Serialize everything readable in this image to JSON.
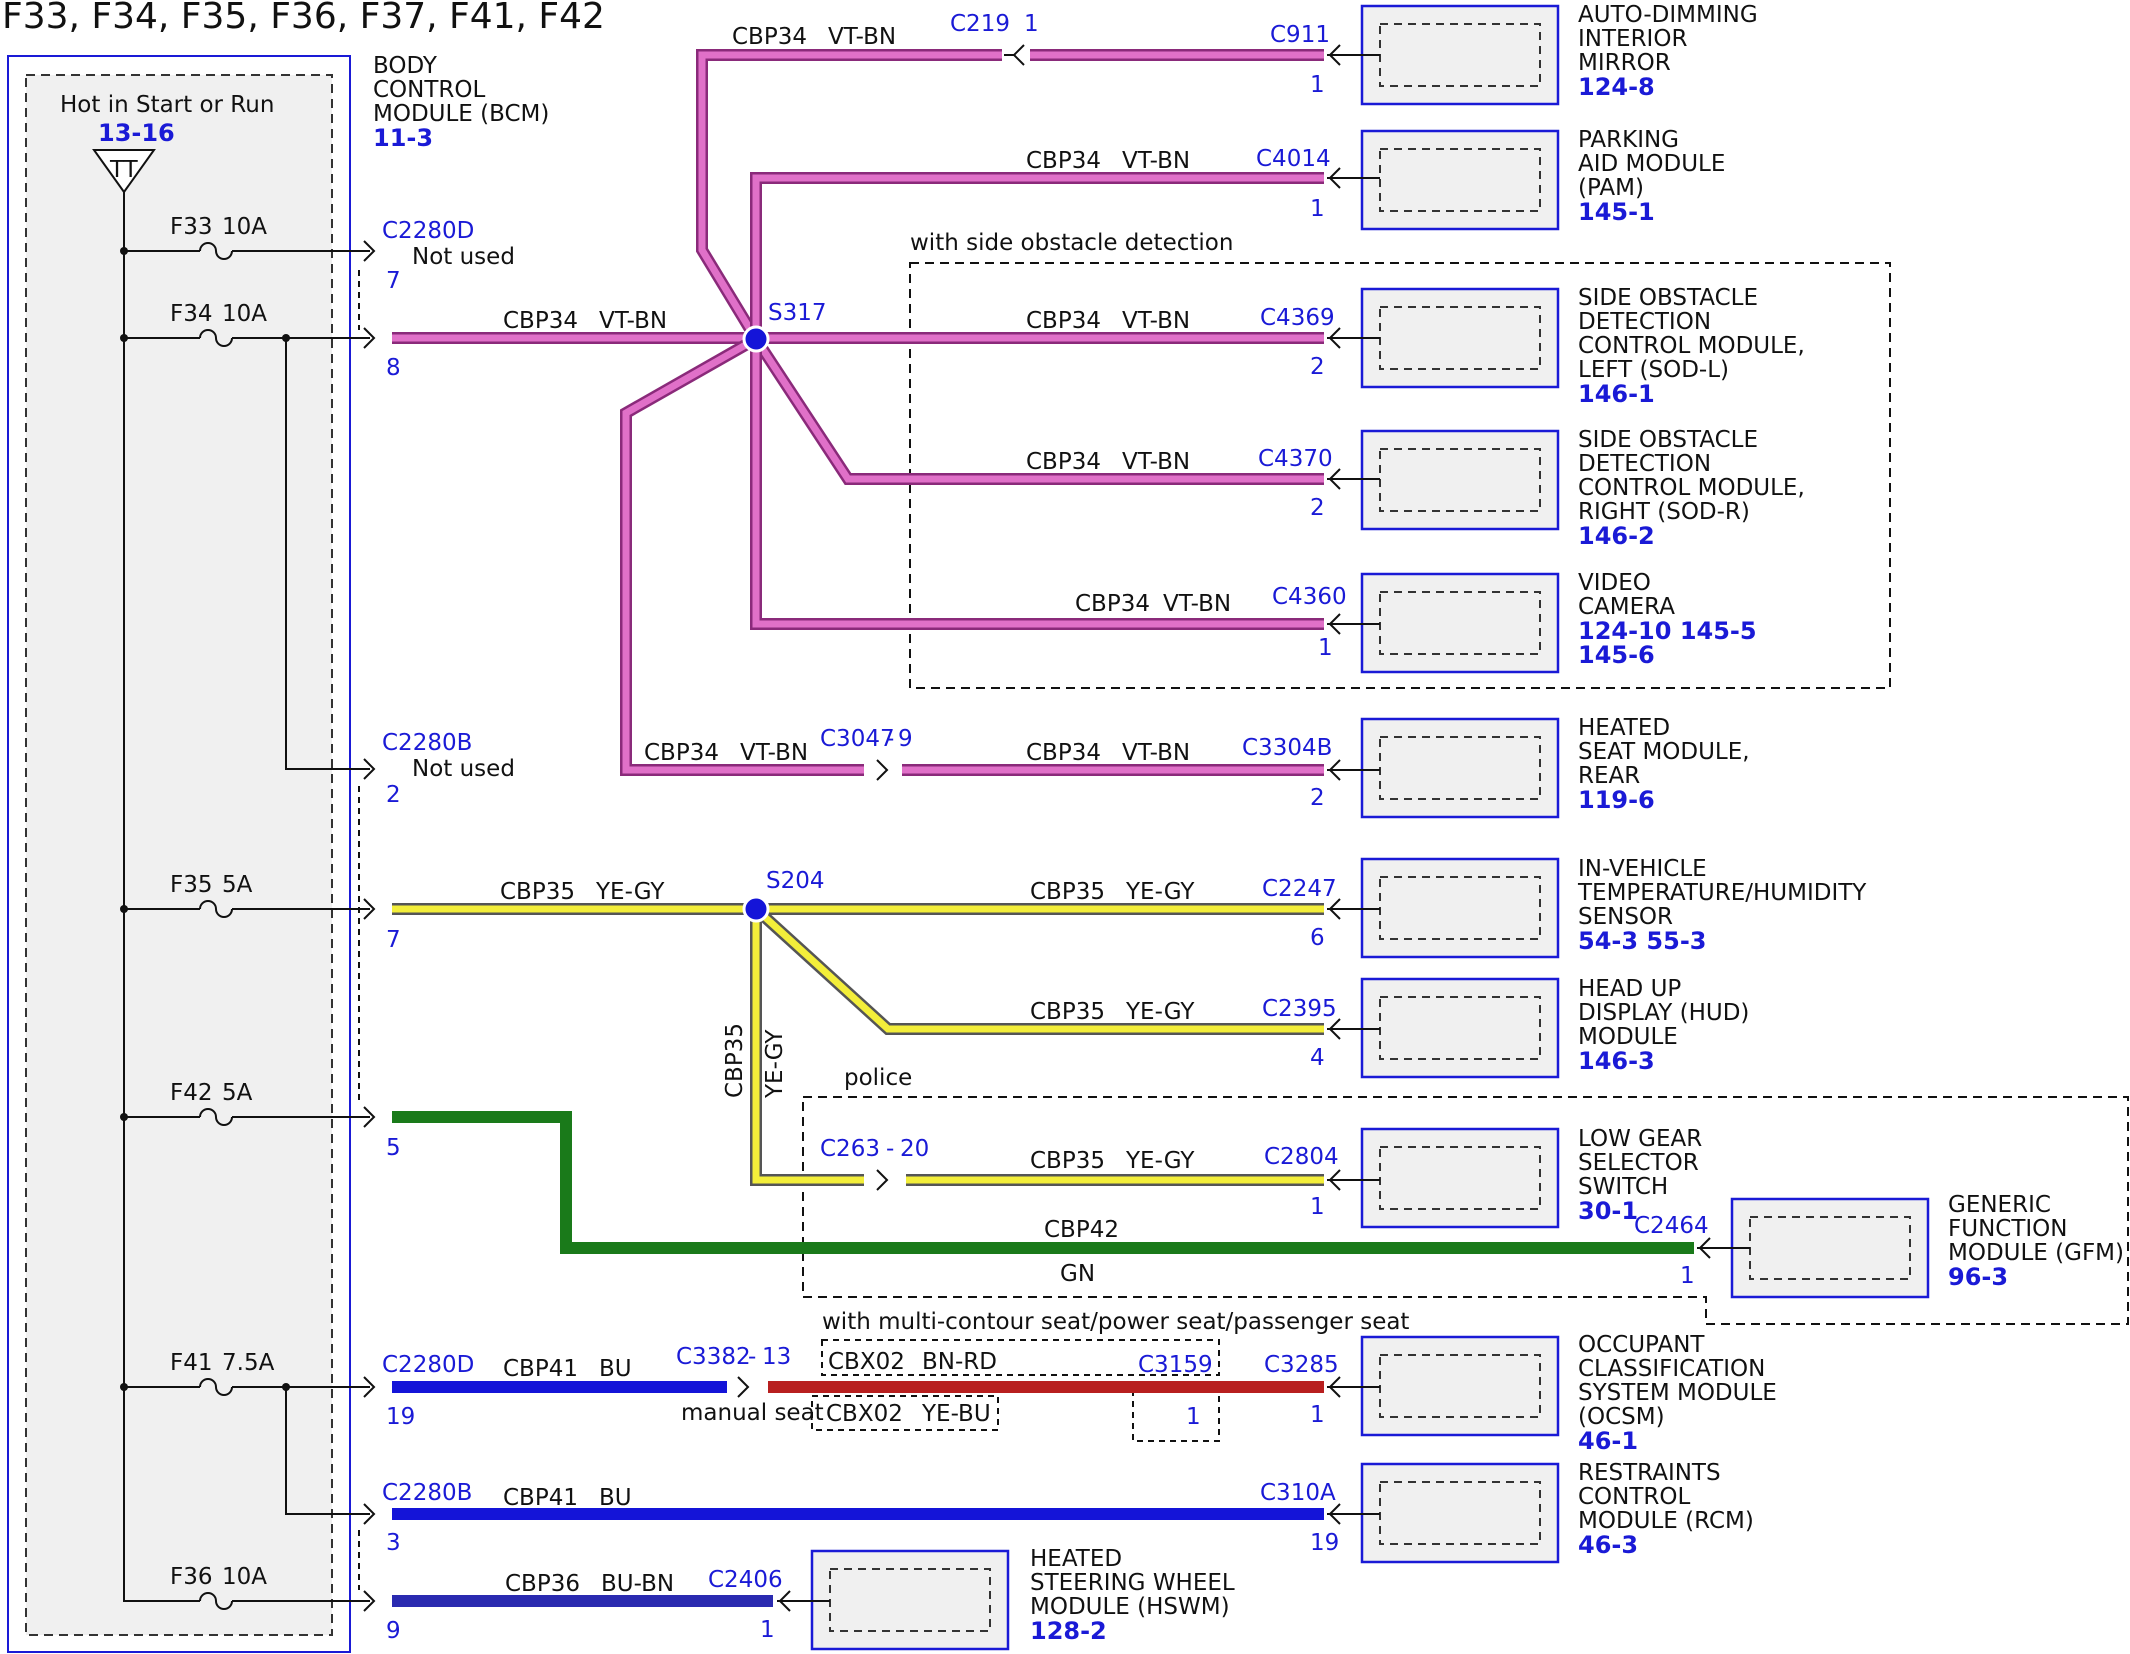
{
  "title": "F33, F34, F35, F36, F37, F41, F42",
  "colors": {
    "vt_bn": "#e070c8",
    "ye_gy": "#f3ee3a",
    "gn": "#1a7a1a",
    "bu": "#1414d8",
    "bn_rd": "#b81f1f",
    "bu_bn": "#2a2ab0",
    "module_fill": "#f0f0f0",
    "module_border": "#1a1ad6",
    "text_blue": "#1a1ad6"
  },
  "bcm": {
    "name_lines": [
      "BODY",
      "CONTROL",
      "MODULE (BCM)"
    ],
    "page": "11-3",
    "hot_label": "Hot in Start or Run",
    "hot_ref": "13-16",
    "tt_symbol": "TT"
  },
  "fuses": [
    {
      "id": "F33",
      "rating": "10A"
    },
    {
      "id": "F34",
      "rating": "10A"
    },
    {
      "id": "F35",
      "rating": "5A"
    },
    {
      "id": "F42",
      "rating": "5A"
    },
    {
      "id": "F41",
      "rating": "7.5A"
    },
    {
      "id": "F36",
      "rating": "10A"
    }
  ],
  "bcm_connectors": [
    {
      "connector": "C2280D",
      "pin": "7",
      "note": "Not used"
    },
    {
      "connector": "",
      "pin": "8",
      "note": ""
    },
    {
      "connector": "C2280B",
      "pin": "2",
      "note": "Not used"
    },
    {
      "connector": "",
      "pin": "7",
      "note": ""
    },
    {
      "connector": "",
      "pin": "5",
      "note": ""
    },
    {
      "connector": "C2280D",
      "pin": "19",
      "note": ""
    },
    {
      "connector": "C2280B",
      "pin": "3",
      "note": ""
    },
    {
      "connector": "",
      "pin": "9",
      "note": ""
    }
  ],
  "splices": [
    {
      "id": "S317"
    },
    {
      "id": "S204"
    }
  ],
  "wires": [
    {
      "circuit": "CBP34",
      "color": "VT-BN",
      "connector": "C219",
      "pin": "1"
    },
    {
      "circuit": "CBP34",
      "color": "VT-BN"
    },
    {
      "circuit": "CBP34",
      "color": "VT-BN"
    },
    {
      "circuit": "CBP34",
      "color": "VT-BN"
    },
    {
      "circuit": "CBP34",
      "color": "VT-BN"
    },
    {
      "circuit": "CBP34",
      "color": "VT-BN"
    },
    {
      "circuit": "CBP34",
      "color": "VT-BN",
      "connector": "C3047",
      "pin": "9"
    },
    {
      "circuit": "CBP34",
      "color": "VT-BN"
    },
    {
      "circuit": "CBP35",
      "color": "YE-GY"
    },
    {
      "circuit": "CBP35",
      "color": "YE-GY"
    },
    {
      "circuit": "CBP35",
      "color": "YE-GY"
    },
    {
      "circuit": "CBP35",
      "color": "YE-GY"
    },
    {
      "circuit": "CBP35",
      "color": "YE-GY",
      "connector": "C263",
      "pin": "20"
    },
    {
      "circuit": "CBP42",
      "color": "GN"
    },
    {
      "circuit": "CBP41",
      "color": "BU",
      "connector": "C3382",
      "pin": "13"
    },
    {
      "circuit": "CBX02",
      "color": "BN-RD"
    },
    {
      "circuit": "CBX02",
      "color": "YE-BU"
    },
    {
      "circuit": "CBP41",
      "color": "BU"
    },
    {
      "circuit": "CBP36",
      "color": "BU-BN"
    }
  ],
  "modules": [
    {
      "name_lines": [
        "AUTO-DIMMING",
        "INTERIOR",
        "MIRROR"
      ],
      "pages": [
        "124-8"
      ],
      "connector": "C911",
      "pin": "1"
    },
    {
      "name_lines": [
        "PARKING",
        "AID MODULE",
        "(PAM)"
      ],
      "pages": [
        "145-1"
      ],
      "connector": "C4014",
      "pin": "1"
    },
    {
      "name_lines": [
        "SIDE OBSTACLE",
        "DETECTION",
        "CONTROL MODULE,",
        "LEFT (SOD-L)"
      ],
      "pages": [
        "146-1"
      ],
      "connector": "C4369",
      "pin": "2"
    },
    {
      "name_lines": [
        "SIDE OBSTACLE",
        "DETECTION",
        "CONTROL MODULE,",
        "RIGHT (SOD-R)"
      ],
      "pages": [
        "146-2"
      ],
      "connector": "C4370",
      "pin": "2"
    },
    {
      "name_lines": [
        "VIDEO",
        "CAMERA"
      ],
      "pages": [
        "124-10 145-5",
        "145-6"
      ],
      "connector": "C4360",
      "pin": "1"
    },
    {
      "name_lines": [
        "HEATED",
        "SEAT MODULE,",
        "REAR"
      ],
      "pages": [
        "119-6"
      ],
      "connector": "C3304B",
      "pin": "2"
    },
    {
      "name_lines": [
        "IN-VEHICLE",
        "TEMPERATURE/HUMIDITY",
        "SENSOR"
      ],
      "pages": [
        "54-3   55-3"
      ],
      "connector": "C2247",
      "pin": "6"
    },
    {
      "name_lines": [
        "HEAD UP",
        "DISPLAY (HUD)",
        "MODULE"
      ],
      "pages": [
        "146-3"
      ],
      "connector": "C2395",
      "pin": "4"
    },
    {
      "name_lines": [
        "LOW GEAR",
        "SELECTOR",
        "SWITCH"
      ],
      "pages": [
        "30-1"
      ],
      "connector": "C2804",
      "pin": "1"
    },
    {
      "name_lines": [
        "GENERIC",
        "FUNCTION",
        "MODULE (GFM)"
      ],
      "pages": [
        "96-3"
      ],
      "connector": "C2464",
      "pin": "1"
    },
    {
      "name_lines": [
        "OCCUPANT",
        "CLASSIFICATION",
        "SYSTEM MODULE",
        "(OCSM)"
      ],
      "pages": [
        "46-1"
      ],
      "connector": "C3285",
      "pin": "1"
    },
    {
      "name_lines": [
        "RESTRAINTS",
        "CONTROL",
        "MODULE (RCM)"
      ],
      "pages": [
        "46-3"
      ],
      "connector": "C310A",
      "pin": "19"
    },
    {
      "name_lines": [
        "HEATED",
        "STEERING WHEEL",
        "MODULE (HSWM)"
      ],
      "pages": [
        "128-2"
      ],
      "connector": "C2406",
      "pin": "1"
    }
  ],
  "inline_connectors": [
    {
      "connector": "C3159",
      "pin": "1"
    }
  ],
  "options": [
    "with side obstacle detection",
    "police",
    "with multi-contour seat/power seat/passenger seat",
    "manual seat"
  ]
}
